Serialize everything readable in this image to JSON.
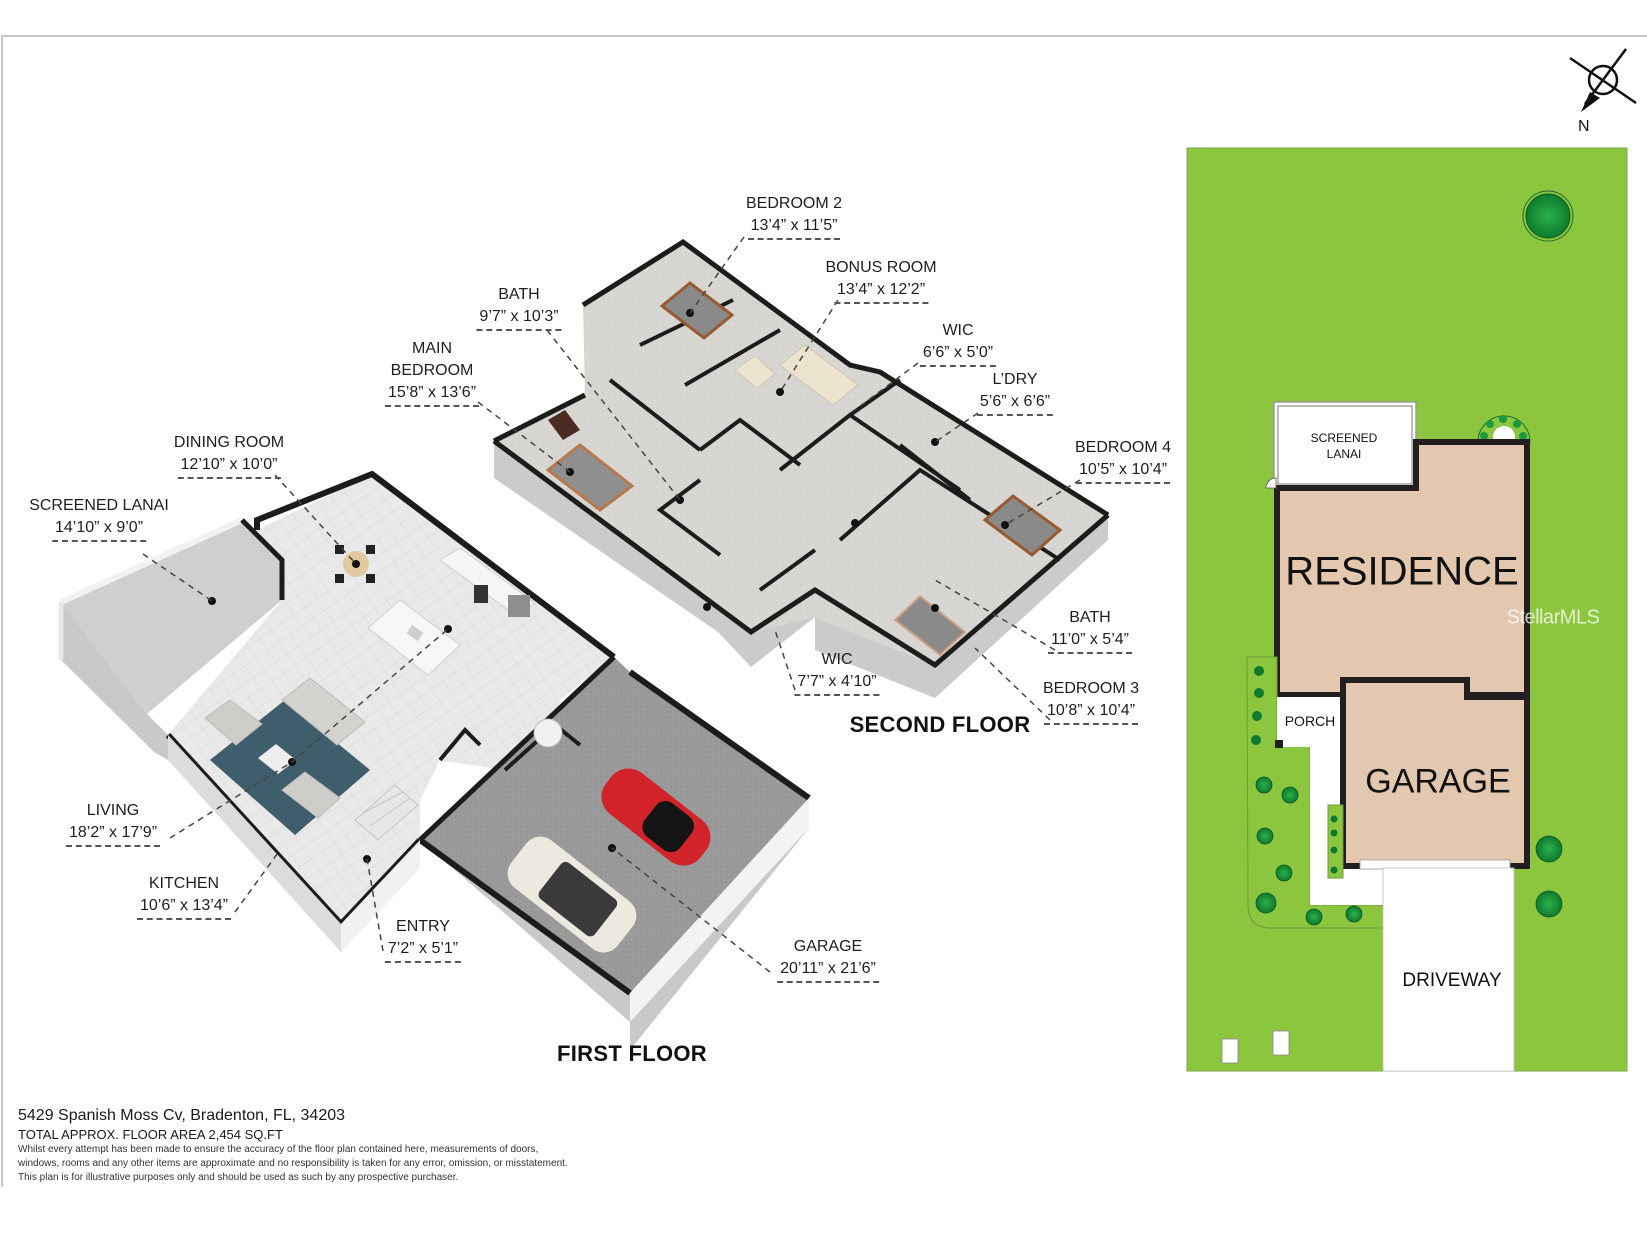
{
  "address": "5429 Spanish Moss Cv, Bradenton, FL, 34203",
  "total_area": "TOTAL APPROX. FLOOR AREA 2,454 SQ.FT",
  "disclaimer": {
    "line1": "Whilst every attempt has been made to ensure the accuracy of the floor plan contained here, measurements of doors,",
    "line2": "windows, rooms and any other items are approximate and no responsibility is taken for any error, omission, or misstatement.",
    "line3": "This plan is for illustrative purposes only and should be used as such by any prospective purchaser."
  },
  "compass": {
    "icon": "north-arrow-icon",
    "label": "N"
  },
  "watermark": "StellarMLS",
  "first_floor": {
    "title": "FIRST FLOOR",
    "rooms": [
      {
        "name": "SCREENED LANAI",
        "dims": "14’10” x 9’0”"
      },
      {
        "name": "DINING ROOM",
        "dims": "12’10” x 10’0”"
      },
      {
        "name": "LIVING",
        "dims": "18’2” x 17’9”"
      },
      {
        "name": "KITCHEN",
        "dims": "10’6” x 13’4”"
      },
      {
        "name": "ENTRY",
        "dims": "7’2” x 5’1”"
      },
      {
        "name": "GARAGE",
        "dims": "20’11” x 21’6”"
      }
    ]
  },
  "second_floor": {
    "title": "SECOND FLOOR",
    "rooms": [
      {
        "name": "BEDROOM 2",
        "dims": "13’4” x 11’5”"
      },
      {
        "name": "BONUS ROOM",
        "dims": "13’4” x 12’2”"
      },
      {
        "name": "BATH",
        "dims": "9’7” x 10’3”"
      },
      {
        "name_line1": "MAIN",
        "name_line2": "BEDROOM",
        "dims": "15’8” x 13’6”"
      },
      {
        "name": "WIC",
        "dims": "6’6” x 5’0”"
      },
      {
        "name": "L’DRY",
        "dims": "5’6” x 6’6”"
      },
      {
        "name": "BEDROOM 4",
        "dims": "10’5” x 10’4”"
      },
      {
        "name": "BATH",
        "dims": "11’0” x 5’4”"
      },
      {
        "name": "BEDROOM 3",
        "dims": "10’8” x 10’4”"
      },
      {
        "name": "WIC",
        "dims": "7’7” x 4’10”"
      }
    ]
  },
  "site_plan": {
    "labels": {
      "screened_lanai_1": "SCREENED",
      "screened_lanai_2": "LANAI",
      "residence": "RESIDENCE",
      "porch": "PORCH",
      "garage": "GARAGE",
      "driveway": "DRIVEWAY"
    },
    "colors": {
      "lawn": "#8cc63f",
      "building": "#e3c7ae",
      "wall": "#231f20",
      "tree": "#1a9a3c",
      "tree_dark": "#0b6b27",
      "paving": "#ffffff"
    }
  }
}
